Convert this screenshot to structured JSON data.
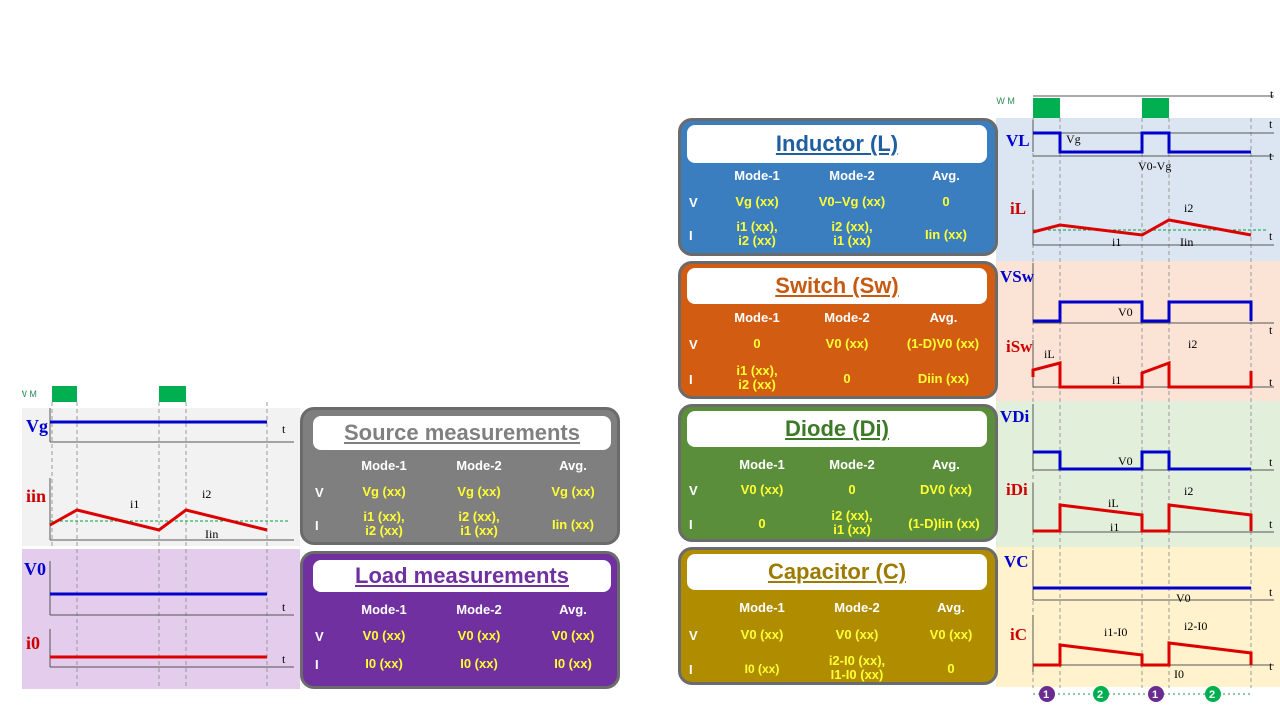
{
  "colors": {
    "source_header": "#7f7f7f",
    "load_header": "#7030a0",
    "inductor_header": "#3a7ebf",
    "switch_header": "#d25d12",
    "diode_header": "#5b8e3a",
    "capacitor_header": "#b08d00",
    "wave_blue": "#0000cc",
    "wave_red": "#dd0000",
    "pwm_green": "#00b050"
  },
  "pwm_label": "P W M",
  "axis_t": "t",
  "source": {
    "title": "Source measurements",
    "headers": [
      "Mode-1",
      "Mode-2",
      "Avg."
    ],
    "rows": [
      {
        "label": "V",
        "cells": [
          "Vg (xx)",
          "Vg (xx)",
          "Vg (xx)"
        ]
      },
      {
        "label": "I",
        "cells": [
          "i1 (xx),\ni2 (xx)",
          "i2 (xx),\ni1 (xx)",
          "Iin (xx)"
        ]
      }
    ],
    "wave_labels": {
      "v": "Vg",
      "i": "iin",
      "i1": "i1",
      "i2": "i2",
      "iavg": "Iin"
    }
  },
  "load": {
    "title": "Load measurements",
    "headers": [
      "Mode-1",
      "Mode-2",
      "Avg."
    ],
    "rows": [
      {
        "label": "V",
        "cells": [
          "V0 (xx)",
          "V0 (xx)",
          "V0 (xx)"
        ]
      },
      {
        "label": "I",
        "cells": [
          "I0 (xx)",
          "I0 (xx)",
          "I0 (xx)"
        ]
      }
    ],
    "wave_labels": {
      "v": "V0",
      "i": "i0"
    }
  },
  "inductor": {
    "title": "Inductor (L)",
    "headers": [
      "Mode-1",
      "Mode-2",
      "Avg."
    ],
    "rows": [
      {
        "label": "V",
        "cells": [
          "Vg  (xx)",
          "V0–Vg (xx)",
          "0"
        ]
      },
      {
        "label": "I",
        "cells": [
          "i1 (xx),\ni2 (xx)",
          "i2 (xx),\ni1 (xx)",
          "Iin (xx)"
        ]
      }
    ],
    "wave_labels": {
      "v": "VL",
      "i": "iL",
      "vg": "Vg",
      "v0vg": "V0-Vg",
      "i1": "i1",
      "i2": "i2",
      "iavg": "Iin"
    }
  },
  "switch": {
    "title": "Switch (Sw)",
    "headers": [
      "Mode-1",
      "Mode-2",
      "Avg."
    ],
    "rows": [
      {
        "label": "V",
        "cells": [
          "0",
          "V0 (xx)",
          "(1-D)V0  (xx)"
        ]
      },
      {
        "label": "I",
        "cells": [
          "i1 (xx),\ni2 (xx)",
          "0",
          "Diin (xx)"
        ]
      }
    ],
    "wave_labels": {
      "v": "VSw",
      "i": "iSw",
      "v0": "V0",
      "il": "iL",
      "i1": "i1",
      "i2": "i2"
    }
  },
  "diode": {
    "title": "Diode (Di)",
    "headers": [
      "Mode-1",
      "Mode-2",
      "Avg."
    ],
    "rows": [
      {
        "label": "V",
        "cells": [
          "V0 (xx)",
          "0",
          "DV0 (xx)"
        ]
      },
      {
        "label": "I",
        "cells": [
          "0",
          "i2 (xx),\ni1 (xx)",
          "(1-D)Iin  (xx)"
        ]
      }
    ],
    "wave_labels": {
      "v": "VDi",
      "i": "iDi",
      "v0": "V0",
      "il": "iL",
      "i1": "i1",
      "i2": "i2"
    }
  },
  "capacitor": {
    "title": "Capacitor (C)",
    "headers": [
      "Mode-1",
      "Mode-2",
      "Avg."
    ],
    "rows": [
      {
        "label": "V",
        "cells": [
          "V0 (xx)",
          "V0 (xx)",
          "V0 (xx)"
        ]
      },
      {
        "label": "I",
        "cells": [
          "I0 (xx)",
          "i2-I0 (xx),\nI1-I0 (xx)",
          "0"
        ]
      }
    ],
    "wave_labels": {
      "v": "VC",
      "i": "iC",
      "v0": "V0",
      "i1i0": "i1-I0",
      "i2i0": "i2-I0",
      "i0": "I0"
    }
  },
  "mode_markers": [
    "1",
    "2",
    "1",
    "2"
  ]
}
